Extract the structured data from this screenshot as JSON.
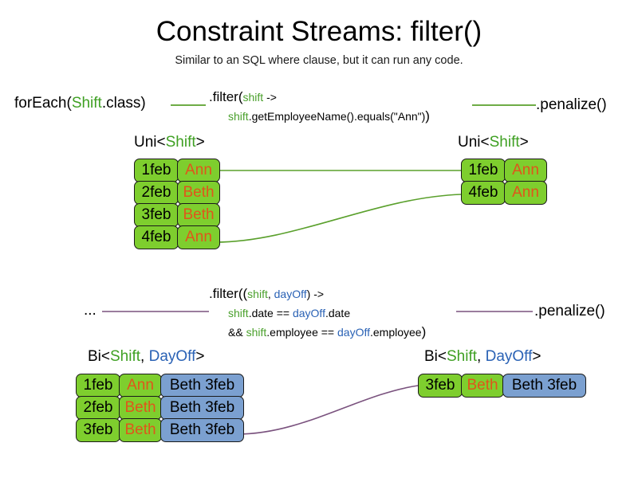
{
  "header": {
    "title": "Constraint Streams: filter()",
    "subtitle": "Similar to an SQL where clause, but it can run any code."
  },
  "top_pipeline": {
    "source_prefix": "forEach(",
    "source_type": "Shift",
    "source_suffix": ".class)",
    "filter_line1_a": ".filter(",
    "filter_line1_var": "shift",
    "filter_line1_b": " ->",
    "filter_line2_var": "shift",
    "filter_line2_rest": ".getEmployeeName().equals(\"Ann\")",
    "filter_line2_close": ")",
    "penalize_label": ".penalize()",
    "input_stream_label": {
      "prefix": "Uni<",
      "type": "Shift",
      "suffix": ">"
    },
    "output_stream_label": {
      "prefix": "Uni<",
      "type": "Shift",
      "suffix": ">"
    },
    "input_rows": [
      {
        "date": "1feb",
        "name": "Ann"
      },
      {
        "date": "2feb",
        "name": "Beth"
      },
      {
        "date": "3feb",
        "name": "Beth"
      },
      {
        "date": "4feb",
        "name": "Ann"
      }
    ],
    "output_rows": [
      {
        "date": "1feb",
        "name": "Ann"
      },
      {
        "date": "4feb",
        "name": "Ann"
      }
    ],
    "connector_color": "#5aa02c"
  },
  "bottom_pipeline": {
    "source_label": "...",
    "filter_line1_a": ".filter((",
    "filter_line1_var1": "shift",
    "filter_line1_comma": ", ",
    "filter_line1_var2": "dayOff",
    "filter_line1_b": ") ->",
    "filter_line2_var1": "shift",
    "filter_line2_mid": ".date == ",
    "filter_line2_var2": "dayOff",
    "filter_line2_end": ".date",
    "filter_line3_pre": "&& ",
    "filter_line3_var1": "shift",
    "filter_line3_mid": ".employee == ",
    "filter_line3_var2": "dayOff",
    "filter_line3_end": ".employee",
    "filter_line3_close": ")",
    "penalize_label": ".penalize()",
    "input_stream_label": {
      "prefix": "Bi<",
      "type1": "Shift",
      "comma": ", ",
      "type2": "DayOff",
      "suffix": ">"
    },
    "output_stream_label": {
      "prefix": "Bi<",
      "type1": "Shift",
      "comma": ", ",
      "type2": "DayOff",
      "suffix": ">"
    },
    "input_rows": [
      {
        "date": "1feb",
        "name": "Ann",
        "dayoff": "Beth 3feb"
      },
      {
        "date": "2feb",
        "name": "Beth",
        "dayoff": "Beth 3feb"
      },
      {
        "date": "3feb",
        "name": "Beth",
        "dayoff": "Beth 3feb"
      }
    ],
    "output_rows": [
      {
        "date": "3feb",
        "name": "Beth",
        "dayoff": "Beth 3feb"
      }
    ],
    "connector_color": "#7a527e"
  },
  "palette": {
    "green_cell": "#7ece2e",
    "blue_cell": "#7ba0d0",
    "name_text": "#e0551b",
    "type_green": "#3fa023",
    "type_blue": "#2a62b5",
    "green_line": "#5aa02c",
    "purple_line": "#7a527e"
  }
}
